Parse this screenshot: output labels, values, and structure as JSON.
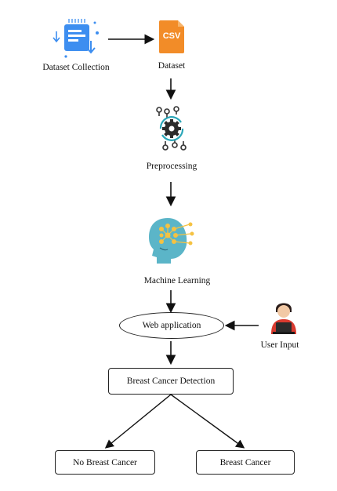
{
  "nodes": {
    "dataset_collection": "Dataset Collection",
    "dataset": "Dataset",
    "csv_badge": "CSV",
    "preprocessing": "Preprocessing",
    "machine_learning": "Machine Learning",
    "web_application": "Web application",
    "user_input": "User Input",
    "detection": "Breast Cancer Detection",
    "no_cancer": "No Breast Cancer",
    "cancer": "Breast Cancer"
  },
  "icons": {
    "dataset_collection": "download-document-icon",
    "dataset": "csv-file-icon",
    "preprocessing": "gear-process-icon",
    "machine_learning": "ai-head-icon",
    "user_input": "user-laptop-icon"
  },
  "colors": {
    "doc_blue": "#3d8ef0",
    "csv_orange": "#f28c28",
    "head_teal": "#5bb5c8",
    "node_gold": "#f5c242",
    "user_red": "#d93a2f"
  }
}
